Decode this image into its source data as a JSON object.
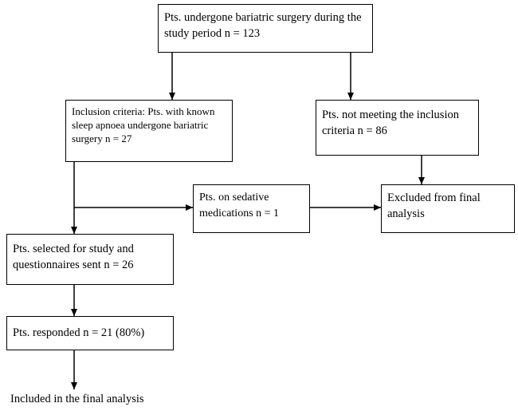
{
  "flowchart": {
    "total": "Pts. undergone bariatric surgery during the\nstudy period n = 123",
    "inclusion": "Inclusion criteria: Pts. with known\nsleep apnoea undergone bariatric\nsurgery n = 27",
    "not_meeting": "Pts. not meeting the inclusion\ncriteria n = 86",
    "sedative": "Pts. on sedative\nmedications n = 1",
    "excluded": "Excluded from final\nanalysis",
    "selected": "Pts. selected for study and\nquestionnaires sent n = 26",
    "responded": "Pts. responded n = 21 (80%)",
    "final": "Included in the final analysis"
  }
}
